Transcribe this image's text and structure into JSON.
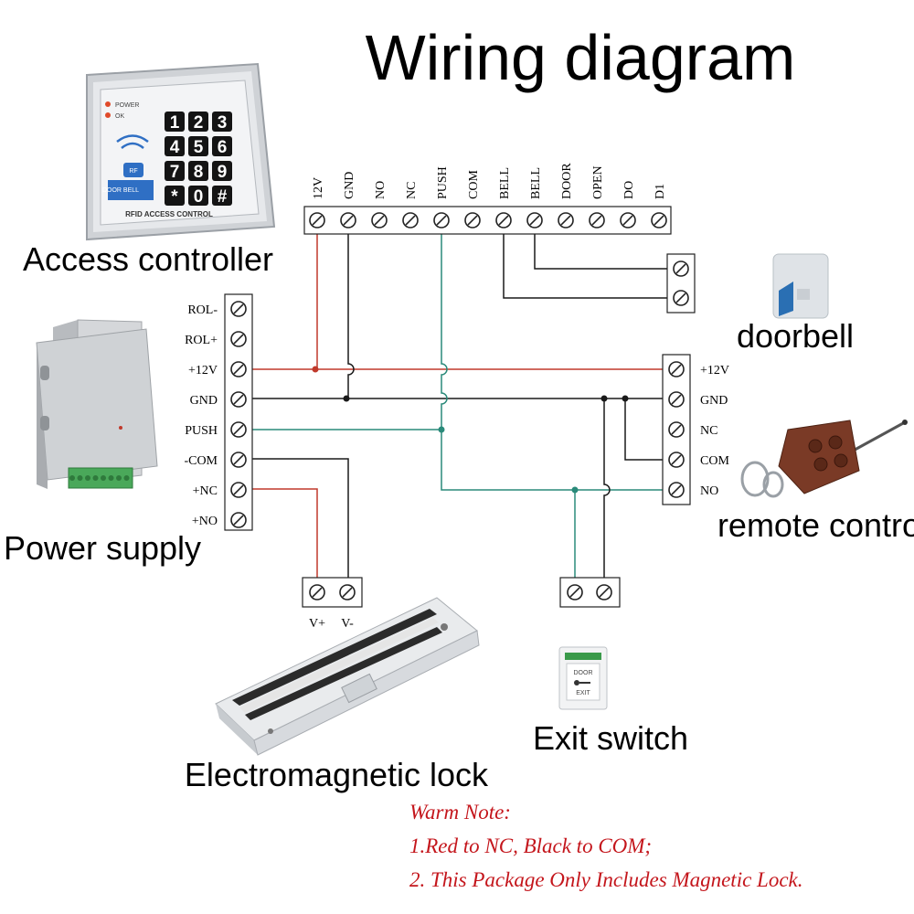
{
  "title": "Wiring diagram",
  "device_labels": {
    "access_controller": "Access controller",
    "power_supply": "Power supply",
    "doorbell": "doorbell",
    "remote_control": "remote control",
    "electromagnetic_lock": "Electromagnetic lock",
    "exit_switch": "Exit switch"
  },
  "controller_terminals": [
    "12V",
    "GND",
    "NO",
    "NC",
    "PUSH",
    "COM",
    "BELL",
    "BELL",
    "DOOR",
    "OPEN",
    "DO",
    "D1"
  ],
  "power_terminals": [
    "ROL-",
    "ROL+",
    "+12V",
    "GND",
    "PUSH",
    "-COM",
    "+NC",
    "+NO"
  ],
  "remote_terminals": [
    "+12V",
    "GND",
    "NC",
    "COM",
    "NO"
  ],
  "lock_terminals": [
    "V+",
    "V-"
  ],
  "keypad": {
    "keys": [
      "1",
      "2",
      "3",
      "4",
      "5",
      "6",
      "7",
      "8",
      "9",
      "*",
      "0",
      "#"
    ],
    "power_text": "POWER",
    "ok_text": "OK",
    "bottom_text": "RFID ACCESS CONTROL",
    "bell_text": "DOOR BELL",
    "rf_text": "RF"
  },
  "exit_button_text": "DOOR",
  "exit_button_subtext": "EXIT",
  "note": {
    "heading": "Warm Note:",
    "line1": "1.Red to NC, Black to COM;",
    "line2": "2. This Package Only Includes Magnetic Lock."
  },
  "colors": {
    "red_wire": "#c0392b",
    "black_wire": "#1a1a1a",
    "teal_wire": "#2a8a7a",
    "note_red": "#c4161c",
    "keypad_blue": "#2f6fc4",
    "remote_brown": "#7a3a26"
  }
}
